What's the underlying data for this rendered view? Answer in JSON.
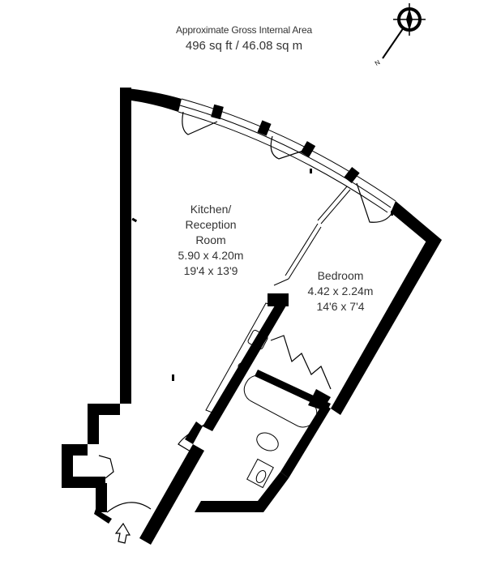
{
  "header": {
    "subtitle": "Approximate Gross Internal Area",
    "area": "496 sq ft  /  46.08 sq m"
  },
  "compass": {
    "icon": "compass-rose-icon",
    "label": "N"
  },
  "rooms": [
    {
      "name_line1": "Kitchen/",
      "name_line2": "Reception",
      "name_line3": "Room",
      "metric": "5.90 x 4.20m",
      "imperial": "19'4 x 13'9"
    },
    {
      "name": "Bedroom",
      "metric": "4.42 x 2.24m",
      "imperial": "14'6 x 7'4"
    }
  ],
  "fixtures": [
    "kitchen-counter",
    "sink",
    "hob",
    "bathtub",
    "toilet",
    "washbasin",
    "wardrobe",
    "entrance-door",
    "entrance-arrow"
  ],
  "colors": {
    "wall": "#000000",
    "text": "#333333",
    "background": "#ffffff"
  }
}
